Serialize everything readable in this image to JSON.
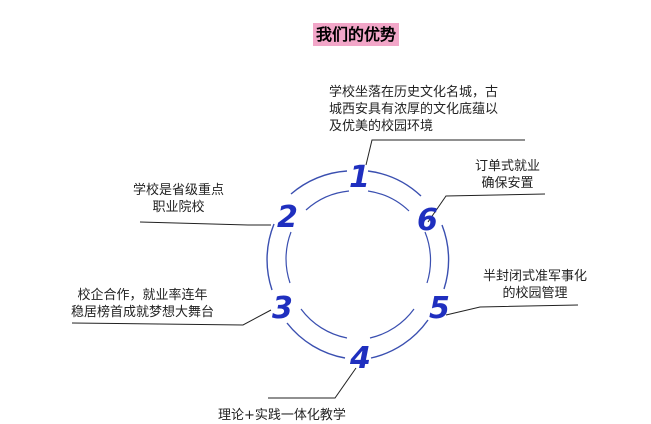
{
  "title": "我们的优势",
  "advantages": [
    {
      "number": "1",
      "lines": [
        "学校坐落在历史文化名城，古",
        "城西安具有浓厚的文化底蕴以",
        "及优美的校园环境"
      ]
    },
    {
      "number": "2",
      "lines": [
        "学校是省级重点",
        "职业院校"
      ]
    },
    {
      "number": "3",
      "lines": [
        "校企合作，就业率连年",
        "稳居榜首成就梦想大舞台"
      ]
    },
    {
      "number": "4",
      "lines": [
        "理论+实践一体化教学"
      ]
    },
    {
      "number": "5",
      "lines": [
        "半封闭式准军事化",
        "的校园管理"
      ]
    },
    {
      "number": "6",
      "lines": [
        "订单式就业",
        "确保安置"
      ]
    }
  ],
  "colors": {
    "title_bg": "#f2a6c8",
    "ring": "#3a4fb0",
    "number": "#1f2fbf"
  }
}
